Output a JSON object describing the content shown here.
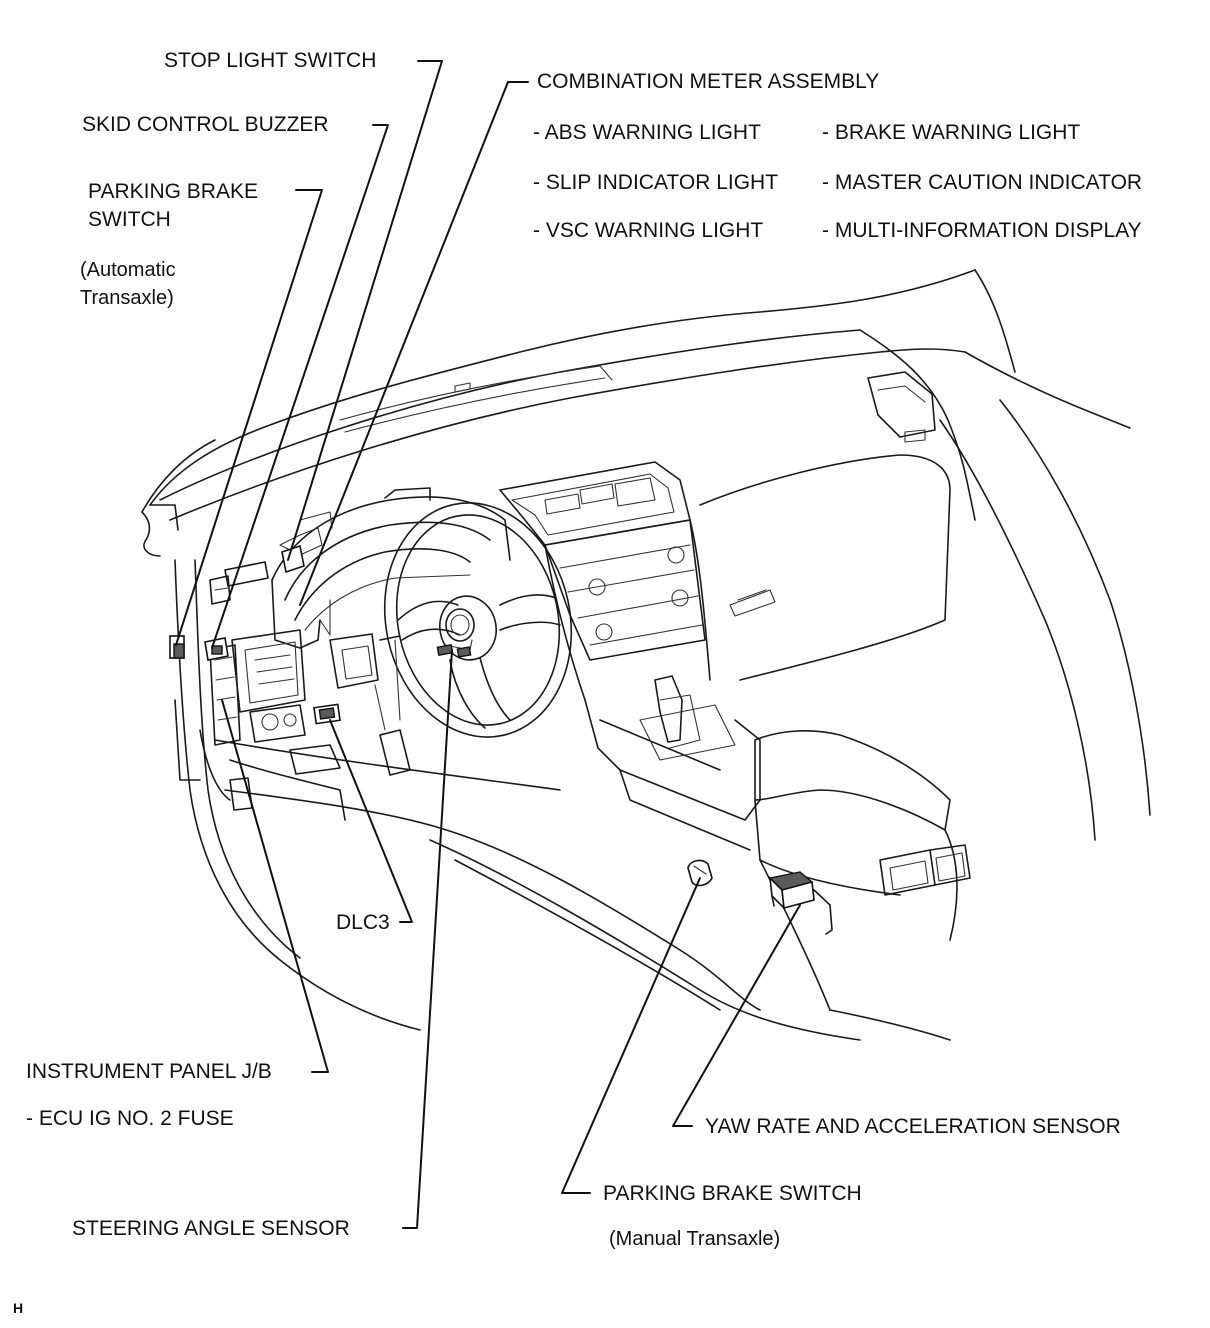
{
  "labels": {
    "stop_light_switch": "STOP LIGHT SWITCH",
    "skid_control_buzzer": "SKID CONTROL BUZZER",
    "parking_brake_switch_at_line1": "PARKING BRAKE",
    "parking_brake_switch_at_line2": "SWITCH",
    "parking_brake_switch_at_note_line1": "(Automatic",
    "parking_brake_switch_at_note_line2": "Transaxle)",
    "combination_meter": "COMBINATION METER ASSEMBLY",
    "combination_meter_items": [
      "- ABS WARNING LIGHT",
      "- BRAKE WARNING LIGHT",
      "- SLIP INDICATOR LIGHT",
      "- MASTER CAUTION INDICATOR",
      "- VSC WARNING LIGHT",
      "- MULTI-INFORMATION DISPLAY"
    ],
    "dlc3": "DLC3",
    "instrument_panel_jb": "INSTRUMENT PANEL J/B",
    "ecu_ig_fuse": "- ECU IG NO. 2 FUSE",
    "steering_angle_sensor": "STEERING ANGLE SENSOR",
    "yaw_rate_sensor": "YAW RATE AND ACCELERATION SENSOR",
    "parking_brake_switch_mt": "PARKING BRAKE SWITCH",
    "parking_brake_switch_mt_note": "(Manual Transaxle)",
    "figure_code": "H"
  }
}
